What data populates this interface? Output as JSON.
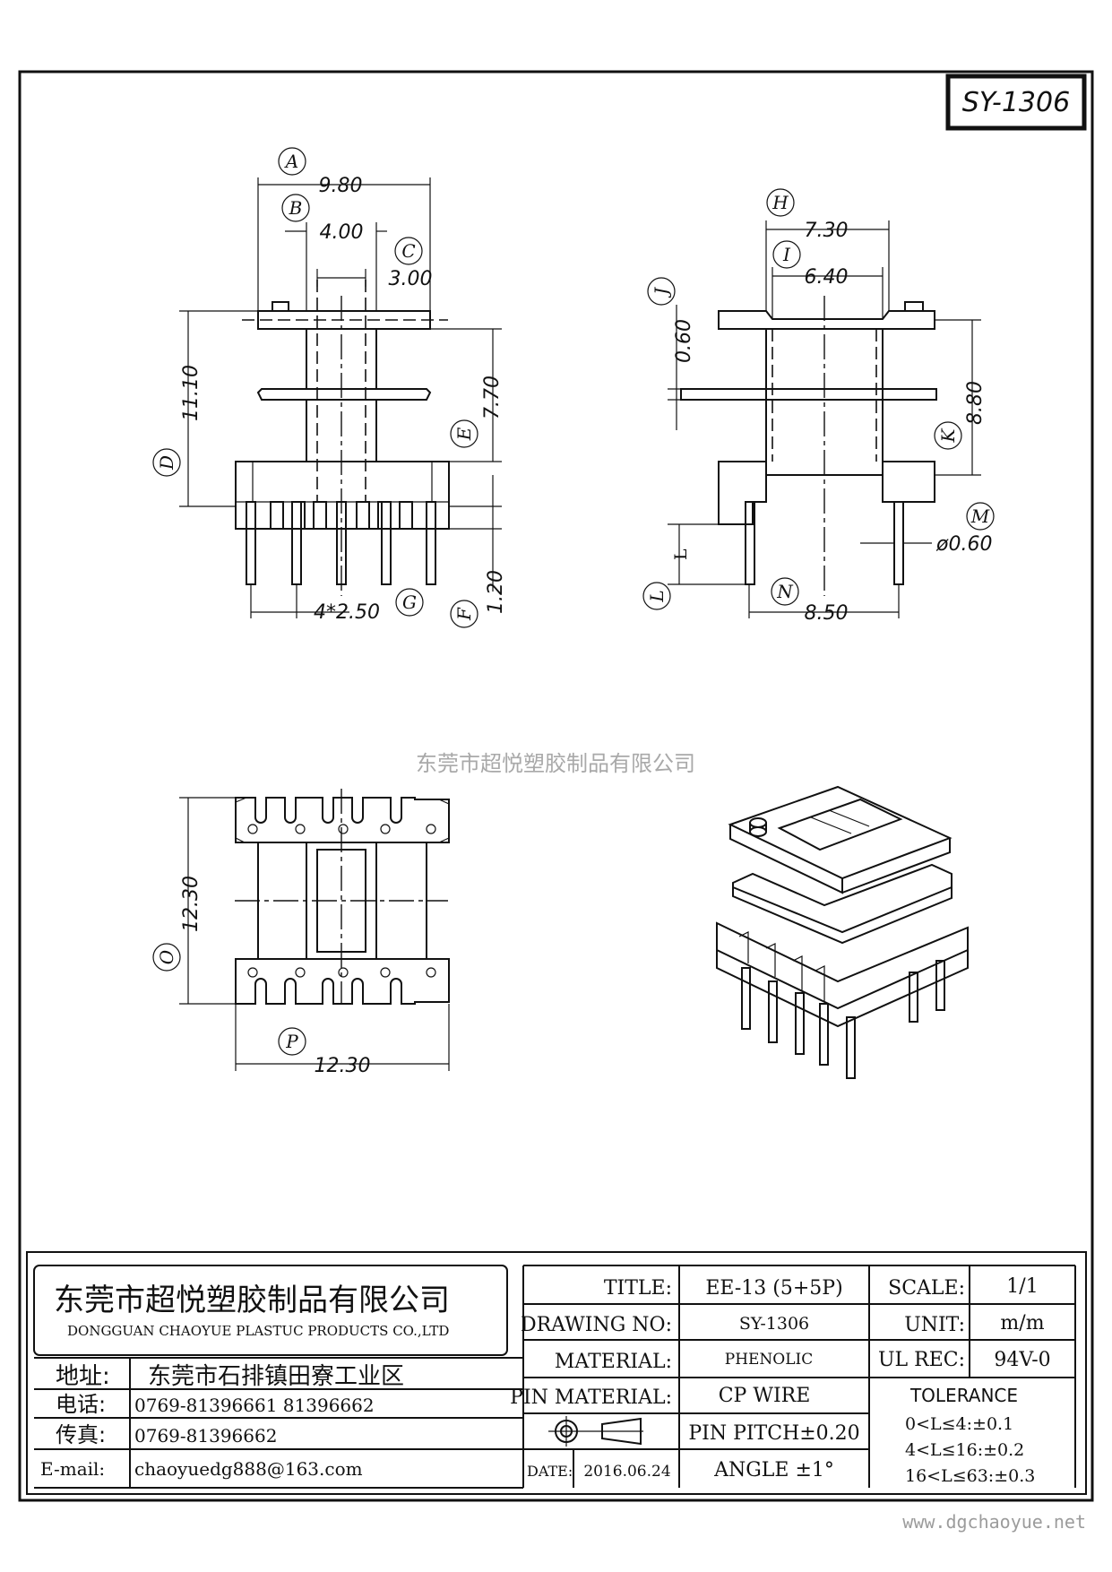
{
  "part_number": "SY-1306",
  "watermark": "东莞市超悦塑胶制品有限公司",
  "website": "www.dgchaoyue.net",
  "front_view": {
    "dims": {
      "A": "9.80",
      "B": "4.00",
      "C": "3.00",
      "D": "11.10",
      "E": "7.70",
      "F": "1.20",
      "G": "4*2.50"
    },
    "tags": [
      "A",
      "B",
      "C",
      "D",
      "E",
      "F",
      "G"
    ]
  },
  "side_view": {
    "dims": {
      "H": "7.30",
      "I": "6.40",
      "J": "0.60",
      "K": "8.80",
      "L": "L",
      "M": "ø0.60",
      "N": "8.50"
    },
    "tags": [
      "H",
      "I",
      "J",
      "K",
      "L",
      "M",
      "N"
    ]
  },
  "bottom_view": {
    "dims": {
      "O": "12.30",
      "P": "12.30"
    },
    "tags": [
      "O",
      "P"
    ]
  },
  "title_block": {
    "company_cn": "东莞市超悦塑胶制品有限公司",
    "company_en": "DONGGUAN CHAOYUE PLASTUC PRODUCTS CO.,LTD",
    "address_label": "地址:",
    "address_value": "东莞市石排镇田寮工业区",
    "phone_label": "电话:",
    "phone_value": "0769-81396661   81396662",
    "fax_label": "传真:",
    "fax_value": "0769-81396662",
    "email_label": "E-mail:",
    "email_value": "chaoyuedg888@163.com",
    "title_label": "TITLE:",
    "title_value": "EE-13 (5+5P)",
    "drawing_no_label": "DRAWING NO:",
    "drawing_no_value": "SY-1306",
    "material_label": "MATERIAL:",
    "material_value": "PHENOLIC",
    "pin_material_label": "PIN MATERIAL:",
    "pin_material_value": "CP WIRE",
    "pin_pitch": "PIN PITCH±0.20",
    "angle": "ANGLE  ±1°",
    "date_label": "DATE:",
    "date_value": "2016.06.24",
    "scale_label": "SCALE:",
    "scale_value": "1/1",
    "unit_label": "UNIT:",
    "unit_value": "m/m",
    "ul_label": "UL REC:",
    "ul_value": "94V-0",
    "tolerance_label": "TOLERANCE",
    "tolerance_rows": [
      "0<L≤4:±0.1",
      "4<L≤16:±0.2",
      "16<L≤63:±0.3"
    ]
  }
}
